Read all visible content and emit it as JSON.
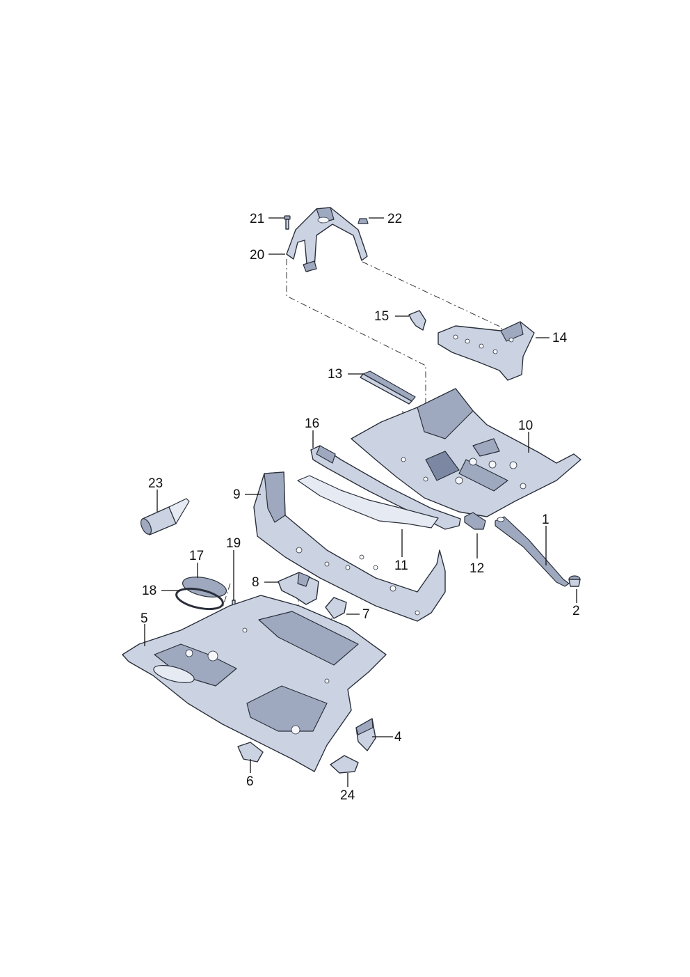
{
  "callouts": {
    "c1": "1",
    "c2": "2",
    "c4": "4",
    "c5": "5",
    "c6": "6",
    "c7": "7",
    "c8": "8",
    "c9": "9",
    "c10": "10",
    "c11": "11",
    "c12": "12",
    "c13": "13",
    "c14": "14",
    "c15": "15",
    "c16": "16",
    "c17": "17",
    "c18": "18",
    "c19": "19",
    "c20": "20",
    "c21": "21",
    "c22": "22",
    "c23": "23",
    "c24": "24"
  },
  "colors": {
    "part_fill": "#cbd3e2",
    "part_shade": "#9ea9bf",
    "outline": "#2a2f3a",
    "background": "#ffffff"
  }
}
